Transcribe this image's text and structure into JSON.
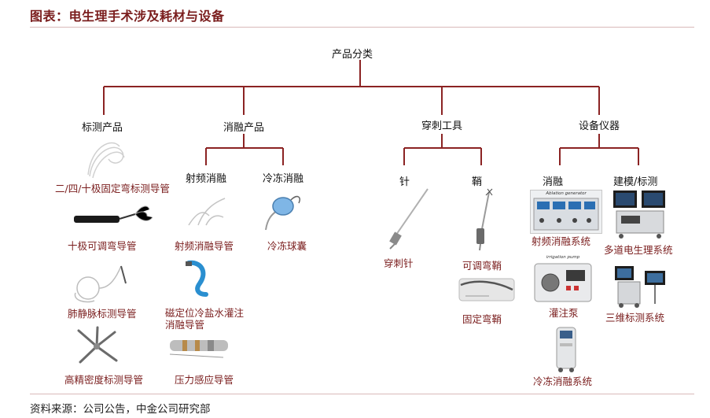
{
  "title": "图表：电生理手术涉及耗材与设备",
  "root": "产品分类",
  "categories": {
    "mapping": "标测产品",
    "ablation": "消融产品",
    "puncture": "穿刺工具",
    "equipment": "设备仪器"
  },
  "subcategories": {
    "rf": "射频消融",
    "cryo": "冷冻消融",
    "needle": "针",
    "sheath": "鞘",
    "eq_ablation": "消融",
    "eq_mapping": "建模/标测"
  },
  "products": {
    "p1": "二/四/十极固定弯标测导管",
    "p2": "十极可调弯导管",
    "p3": "肺静脉标测导管",
    "p4": "高精密度标测导管",
    "p5": "射频消融导管",
    "p6a": "磁定位冷盐水灌注",
    "p6b": "消融导管",
    "p7": "压力感应导管",
    "p8": "冷冻球囊",
    "p9": "穿刺针",
    "p10": "可调弯鞘",
    "p11": "固定弯鞘",
    "p12": "射频消融系统",
    "p13": "灌注泵",
    "p14": "冷冻消融系统",
    "p15": "多道电生理系统",
    "p16": "三维标测系统"
  },
  "image_text": {
    "rf_generator": "Ablation generator",
    "irrigation_pump": "irrigation pump"
  },
  "source": "资料来源：公司公告，中金公司研究部",
  "colors": {
    "title": "#7a1d1d",
    "line": "#8b2323",
    "product_label": "#7a1d1d"
  }
}
